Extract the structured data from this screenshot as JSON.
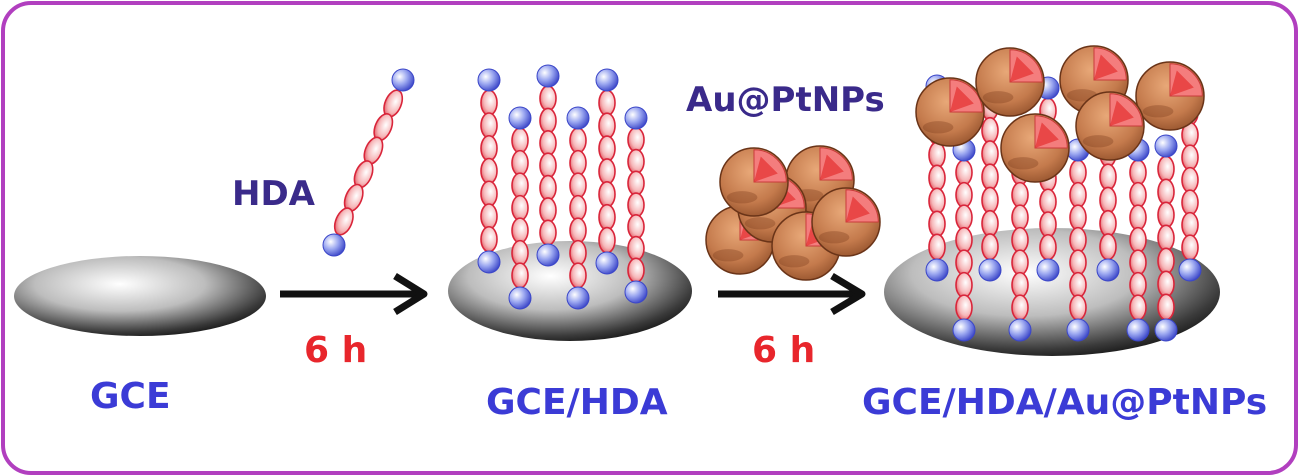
{
  "labels": {
    "hda_reagent": "HDA",
    "aupt_reagent": "Au@PtNPs",
    "step1_time": "6 h",
    "step2_time": "6 h",
    "stage1": "GCE",
    "stage2": "GCE/HDA",
    "stage3": "GCE/HDA/Au@PtNPs"
  },
  "colors": {
    "frame_border": "#b13fbf",
    "stage_label": "#3b3bd6",
    "reagent_label": "#3a2a8a",
    "time_label": "#e8262c",
    "arrow": "#111111",
    "molecule_link": "#f4b3b5",
    "molecule_link_stroke": "#d9253a",
    "molecule_end": "#6b7be0",
    "nanoparticle": "#c8825a",
    "nanoparticle_core": "#ef4a4a"
  }
}
